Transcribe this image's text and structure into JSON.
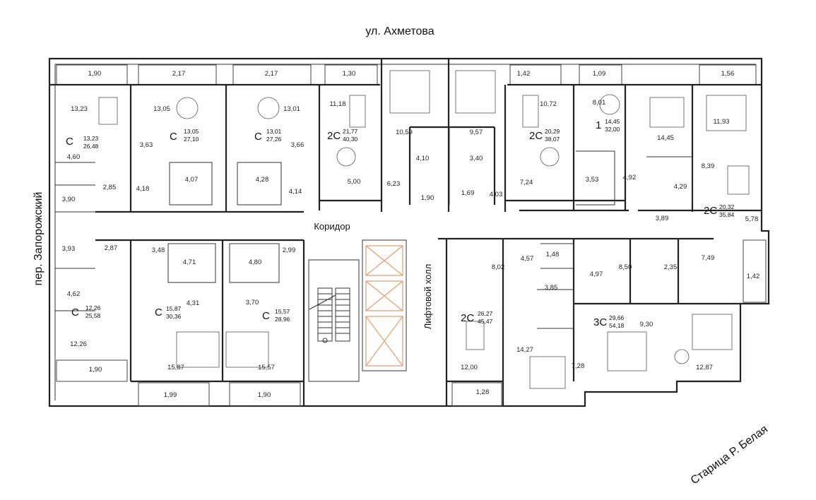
{
  "streets": {
    "north": "ул. Ахметова",
    "west": "пер. Запорожский",
    "south_east": "Старица Р. Белая"
  },
  "labels": {
    "corridor": "Коридор",
    "lift_hall": "Лифтовой холл"
  },
  "apartments": [
    {
      "type": "С",
      "living": "13,23",
      "total": "26,48"
    },
    {
      "type": "С",
      "living": "13,05",
      "total": "27,10"
    },
    {
      "type": "С",
      "living": "13,01",
      "total": "27,26"
    },
    {
      "type": "2С",
      "living": "21,77",
      "total": "40,30"
    },
    {
      "type": "2С",
      "living": "20,29",
      "total": "38,07"
    },
    {
      "type": "1",
      "living": "14,45",
      "total": "32,00"
    },
    {
      "type": "2С",
      "living": "20,32",
      "total": "35,84"
    },
    {
      "type": "С",
      "living": "12,26",
      "total": "25,58"
    },
    {
      "type": "С",
      "living": "15,87",
      "total": "30,36"
    },
    {
      "type": "С",
      "living": "15,57",
      "total": "28,96"
    },
    {
      "type": "2С",
      "living": "26,27",
      "total": "45,47"
    },
    {
      "type": "3С",
      "living": "29,66",
      "total": "54,18"
    }
  ],
  "room_areas": [
    "1,90",
    "2,17",
    "2,17",
    "1,30",
    "1,42",
    "1,09",
    "1,56",
    "13,23",
    "13,05",
    "13,01",
    "11,18",
    "10,59",
    "9,57",
    "10,72",
    "8,01",
    "11,93",
    "14,45",
    "4,60",
    "3,63",
    "3,66",
    "2,85",
    "4,18",
    "4,07",
    "4,28",
    "4,14",
    "4,10",
    "3,40",
    "6,23",
    "1,90",
    "1,69",
    "4,03",
    "7,24",
    "3,53",
    "4,92",
    "4,29",
    "8,39",
    "5,78",
    "3,89",
    "5,00",
    "3,90",
    "3,93",
    "2,87",
    "4,62",
    "12,26",
    "1,90",
    "3,48",
    "4,71",
    "4,80",
    "2,99",
    "4,31",
    "3,70",
    "15,87",
    "15,57",
    "1,99",
    "1,90",
    "8,02",
    "4,57",
    "1,48",
    "3,85",
    "4,97",
    "8,50",
    "2,35",
    "7,49",
    "1,42",
    "9,30",
    "7,28",
    "12,87",
    "14,27",
    "12,00",
    "1,28"
  ]
}
